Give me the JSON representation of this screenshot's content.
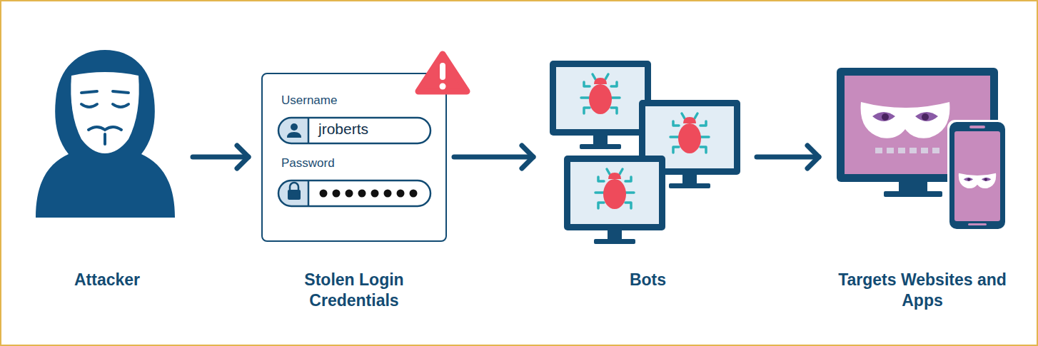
{
  "diagram": {
    "nodes": [
      {
        "text": [
          "Attacker"
        ]
      },
      {
        "text": [
          "Username",
          "jroberts",
          "Password",
          "Stolen Login Credentials"
        ]
      },
      {
        "text": [
          "Bots"
        ]
      },
      {
        "text": [
          "Targets Websites and Apps"
        ]
      }
    ],
    "edges": [
      {
        "from": 0,
        "to": 1,
        "arrow": "to"
      },
      {
        "from": 1,
        "to": 2,
        "arrow": "to"
      },
      {
        "from": 2,
        "to": 3,
        "arrow": "to"
      }
    ]
  }
}
